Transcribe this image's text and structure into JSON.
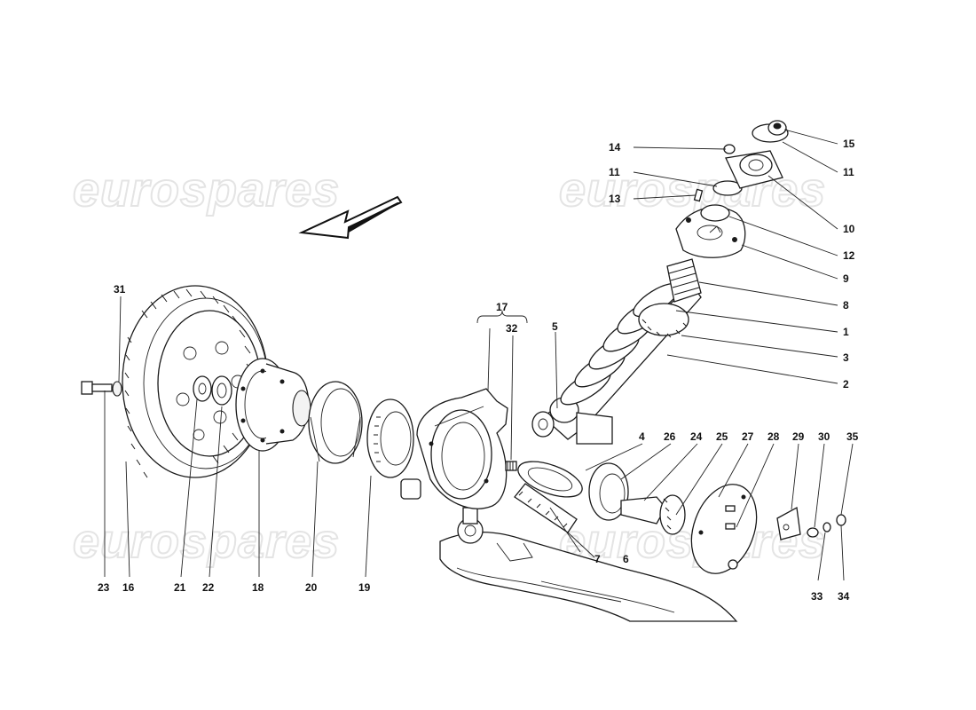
{
  "watermark": "eurospares",
  "callouts": {
    "c1": "1",
    "c2": "2",
    "c3": "3",
    "c4": "4",
    "c5": "5",
    "c6": "6",
    "c7": "7",
    "c8": "8",
    "c9": "9",
    "c10": "10",
    "c11a": "11",
    "c11b": "11",
    "c12": "12",
    "c13": "13",
    "c14": "14",
    "c15": "15",
    "c16": "16",
    "c17": "17",
    "c18": "18",
    "c19": "19",
    "c20": "20",
    "c21": "21",
    "c22": "22",
    "c23": "23",
    "c24": "24",
    "c25": "25",
    "c26": "26",
    "c27": "27",
    "c28": "28",
    "c29": "29",
    "c30": "30",
    "c31": "31",
    "c32": "32",
    "c33": "33",
    "c34": "34",
    "c35": "35"
  },
  "icons": {
    "direction": "arrow-icon"
  }
}
